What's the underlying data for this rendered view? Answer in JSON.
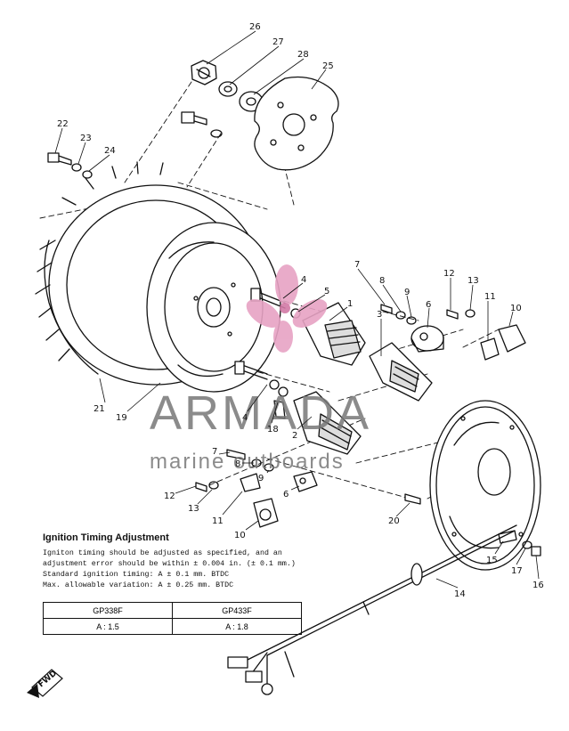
{
  "part_numbers": {
    "p1": "1",
    "p2": "2",
    "p3": "3",
    "p4": "4",
    "p5": "5",
    "p6": "6",
    "p7": "7",
    "p8": "8",
    "p9": "9",
    "p10": "10",
    "p11": "11",
    "p12": "12",
    "p13": "13",
    "p14": "14",
    "p15": "15",
    "p16": "16",
    "p17": "17",
    "p18": "18",
    "p19": "19",
    "p20": "20",
    "p21": "21",
    "p22": "22",
    "p23": "23",
    "p24": "24",
    "p25": "25",
    "p26": "26",
    "p27": "27",
    "p28": "28"
  },
  "watermark": {
    "brand": "ARMADA",
    "tagline": "marine outboards",
    "logo_color": "#e7a3c4"
  },
  "ignition": {
    "title": "Ignition Timing Adjustment",
    "lines": [
      "Igniton timing should be adjusted as specified, and an",
      "adjustment error should be within ± 0.004 in. (± 0.1 mm.)",
      "Standard ignition timing: A ± 0.1 mm. BTDC",
      "Max. allowable variation: A ± 0.25 mm. BTDC"
    ],
    "table": {
      "headers": [
        "GP338F",
        "GP433F"
      ],
      "values": [
        "A : 1.5",
        "A : 1.8"
      ]
    }
  },
  "fwd_label": "FWD"
}
